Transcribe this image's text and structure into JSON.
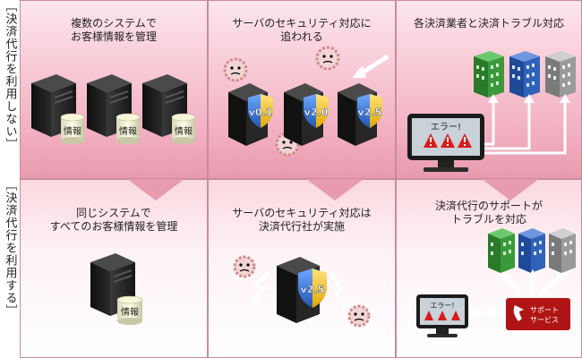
{
  "side_labels": {
    "without": "［決済代行を利用しない］",
    "with": "［決済代行を利用する］"
  },
  "row1": {
    "col1_caption": "複数のシステムで\nお客様情報を管理",
    "col2_caption": "サーバのセキュリティ対応に\n追われる",
    "col3_caption": "各決済業者と決済トラブル対応",
    "data_label": "情報",
    "versions": [
      "v0.1",
      "v2.0",
      "v2.5"
    ],
    "error_label": "エラー!"
  },
  "row2": {
    "col1_caption": "同じシステムで\nすべてのお客様情報を管理",
    "col2_caption": "サーバのセキュリティ対応は\n決済代行社が実施",
    "col3_caption": "決済代行のサポートが\nトラブルを対応",
    "data_label": "情報",
    "version": "v2.5",
    "error_label": "エラー!",
    "support_label_1": "サポート",
    "support_label_2": "サービス"
  },
  "colors": {
    "pink_dark": "#e89aae",
    "shield_blue": "#2a6fd1",
    "shield_yellow": "#f2c318",
    "building_green": "#3a9a3a",
    "building_blue": "#2f62b8",
    "building_gray": "#9a9a9a",
    "error_red": "#d81b1b",
    "support_red": "#b01515"
  }
}
